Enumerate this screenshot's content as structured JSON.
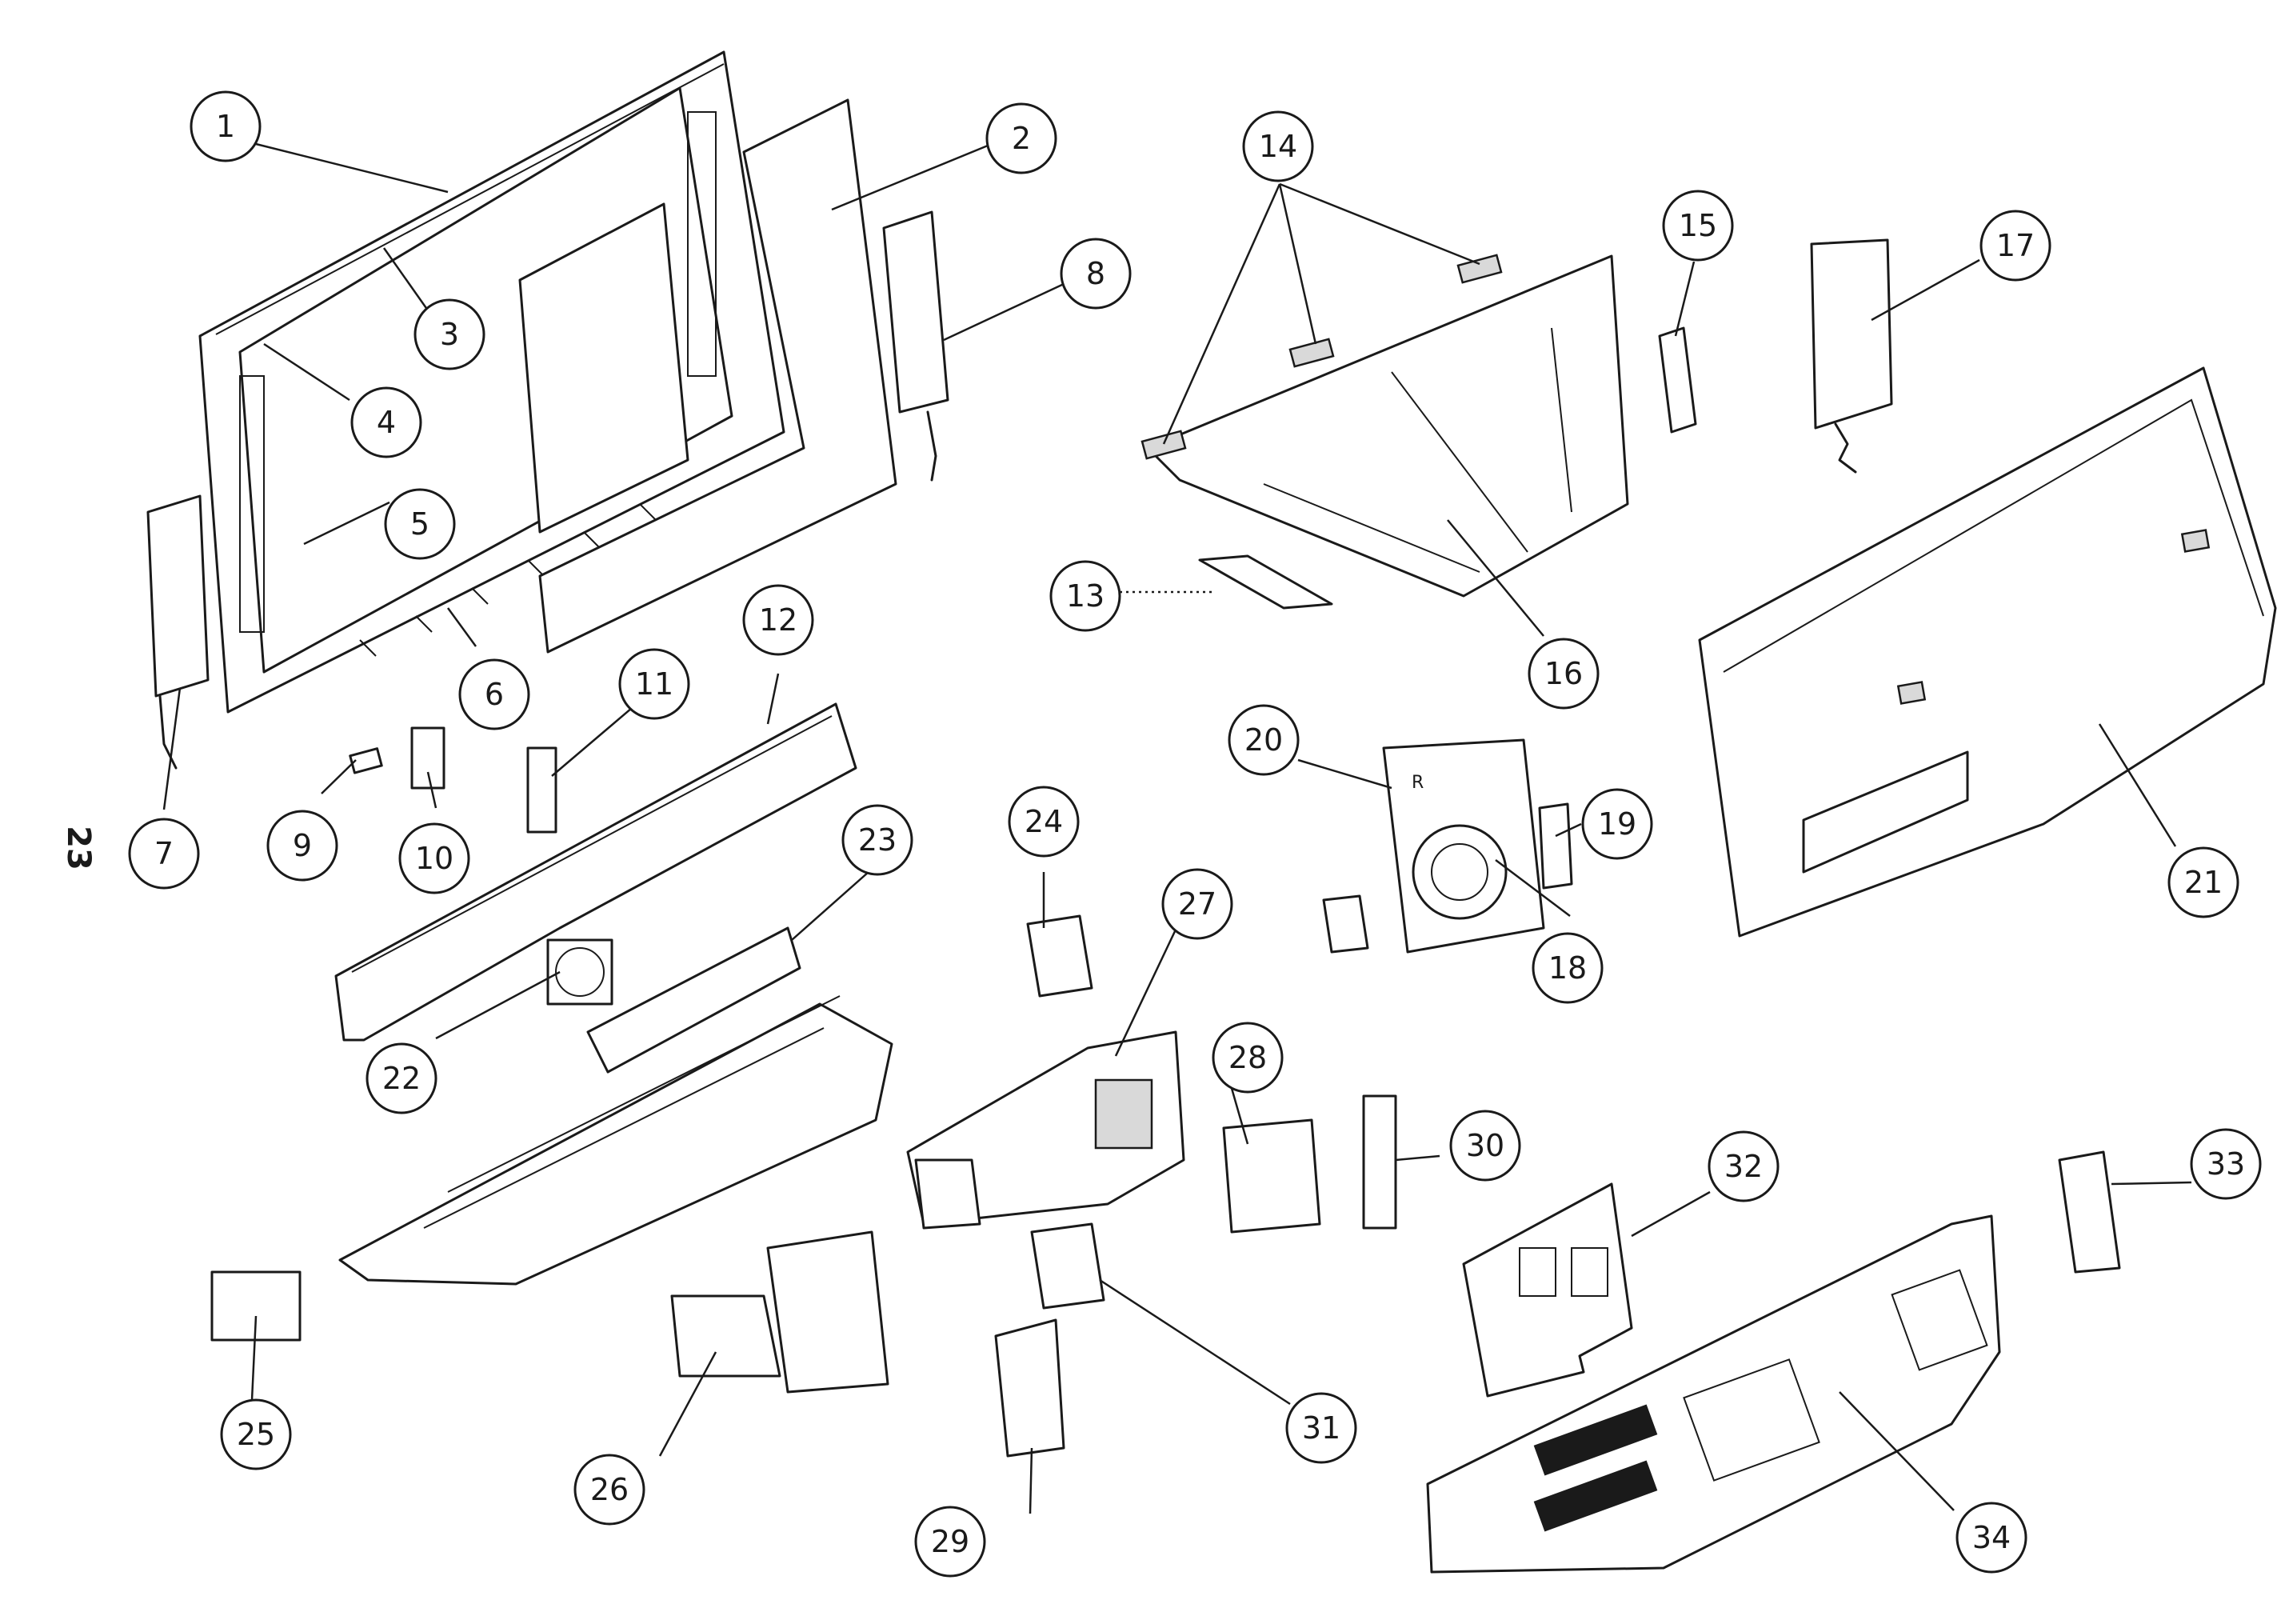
{
  "page_number": "23",
  "callouts": [
    "1",
    "2",
    "3",
    "4",
    "5",
    "6",
    "7",
    "8",
    "9",
    "10",
    "11",
    "12",
    "13",
    "14",
    "15",
    "16",
    "17",
    "18",
    "19",
    "20",
    "21",
    "22",
    "23",
    "24",
    "25",
    "26",
    "27",
    "28",
    "29",
    "30",
    "31",
    "32",
    "33",
    "34"
  ],
  "part_mark": "R"
}
